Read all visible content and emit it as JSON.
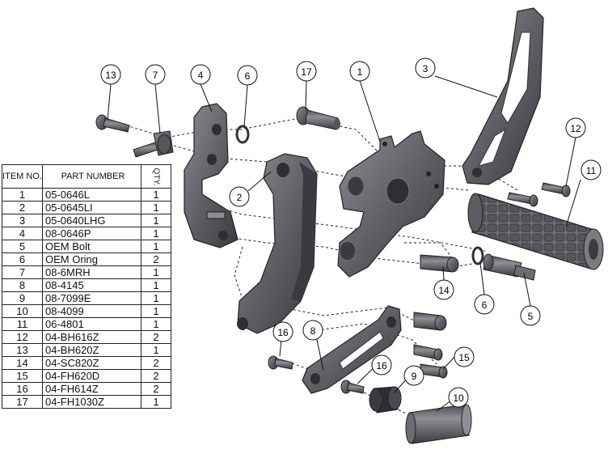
{
  "table": {
    "headers": {
      "item": "ITEM NO.",
      "part_number": "PART NUMBER",
      "qty": "QTY."
    },
    "rows": [
      {
        "item": "1",
        "part": "05-0646L",
        "qty": "1"
      },
      {
        "item": "2",
        "part": "05-0645LI",
        "qty": "1"
      },
      {
        "item": "3",
        "part": "05-0640LHG",
        "qty": "1"
      },
      {
        "item": "4",
        "part": "08-0646P",
        "qty": "1"
      },
      {
        "item": "5",
        "part": "OEM Bolt",
        "qty": "1"
      },
      {
        "item": "6",
        "part": "OEM  Oring",
        "qty": "2"
      },
      {
        "item": "7",
        "part": "08-6MRH",
        "qty": "1"
      },
      {
        "item": "8",
        "part": "08-4145",
        "qty": "1"
      },
      {
        "item": "9",
        "part": "08-7099E",
        "qty": "1"
      },
      {
        "item": "10",
        "part": "08-4099",
        "qty": "1"
      },
      {
        "item": "11",
        "part": "06-4801",
        "qty": "1"
      },
      {
        "item": "12",
        "part": "04-BH616Z",
        "qty": "2"
      },
      {
        "item": "13",
        "part": "04-BH620Z",
        "qty": "1"
      },
      {
        "item": "14",
        "part": "04-SC820Z",
        "qty": "2"
      },
      {
        "item": "15",
        "part": "04-FH620D",
        "qty": "2"
      },
      {
        "item": "16",
        "part": "04-FH614Z",
        "qty": "2"
      },
      {
        "item": "17",
        "part": "04-FH1030Z",
        "qty": "1"
      }
    ]
  },
  "balloons": [
    {
      "n": "13"
    },
    {
      "n": "7"
    },
    {
      "n": "4"
    },
    {
      "n": "6"
    },
    {
      "n": "17"
    },
    {
      "n": "1"
    },
    {
      "n": "3"
    },
    {
      "n": "12"
    },
    {
      "n": "11"
    },
    {
      "n": "2"
    },
    {
      "n": "14"
    },
    {
      "n": "6"
    },
    {
      "n": "5"
    },
    {
      "n": "16"
    },
    {
      "n": "8"
    },
    {
      "n": "16"
    },
    {
      "n": "15"
    },
    {
      "n": "9"
    },
    {
      "n": "10"
    }
  ],
  "colors": {
    "part_fill": "#5f6166",
    "part_dark": "#3a3b3f",
    "part_light": "#8c8e93",
    "line": "#111111"
  }
}
